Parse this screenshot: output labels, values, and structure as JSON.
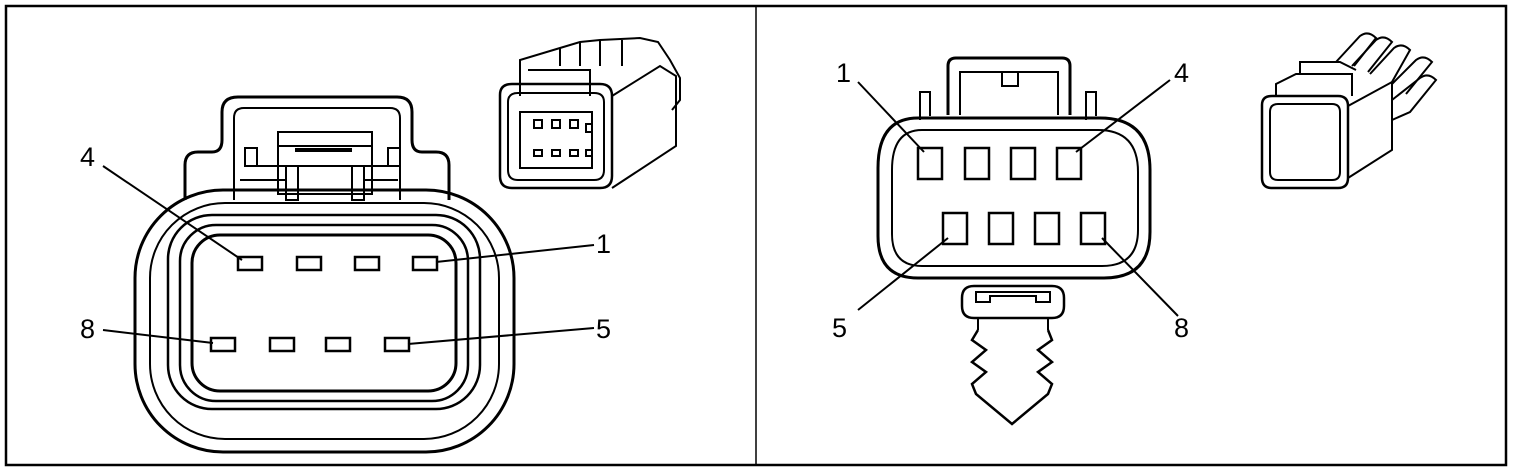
{
  "left_panel": {
    "labels": {
      "pin_4": "4",
      "pin_1": "1",
      "pin_8": "8",
      "pin_5": "5"
    }
  },
  "right_panel": {
    "labels": {
      "pin_1": "1",
      "pin_4": "4",
      "pin_5": "5",
      "pin_8": "8"
    }
  },
  "colors": {
    "line": "#000000",
    "background": "#ffffff"
  }
}
